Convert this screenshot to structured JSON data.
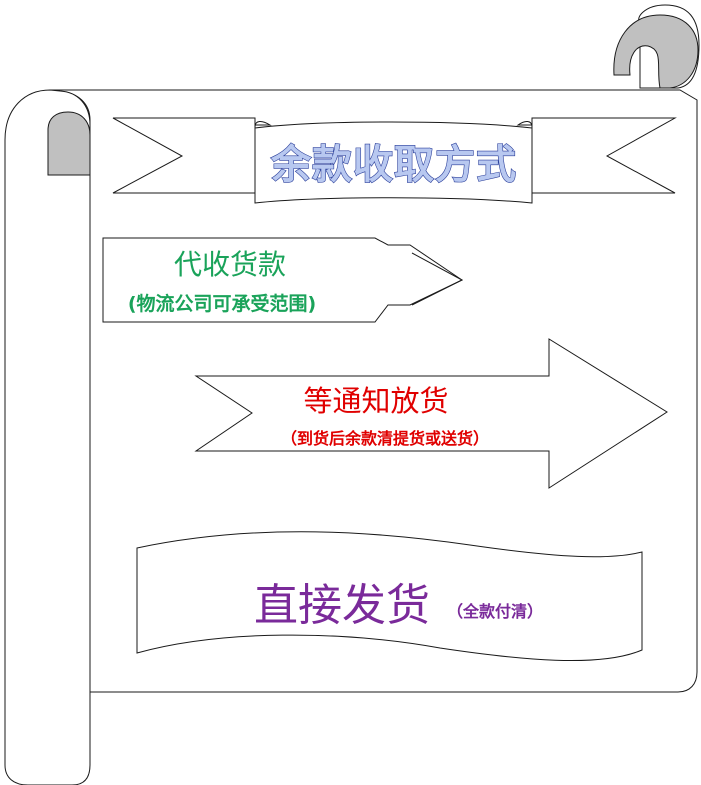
{
  "title": "余款收取方式",
  "options": [
    {
      "main": "代收货款",
      "note": "(物流公司可承受范围)",
      "color": "#1aa35a"
    },
    {
      "main": "等通知放货",
      "note": "（到货后余款清提货或送货）",
      "color": "#e00000"
    },
    {
      "main": "直接发货",
      "note": "（全款付清）",
      "color": "#7a2a9a"
    }
  ]
}
